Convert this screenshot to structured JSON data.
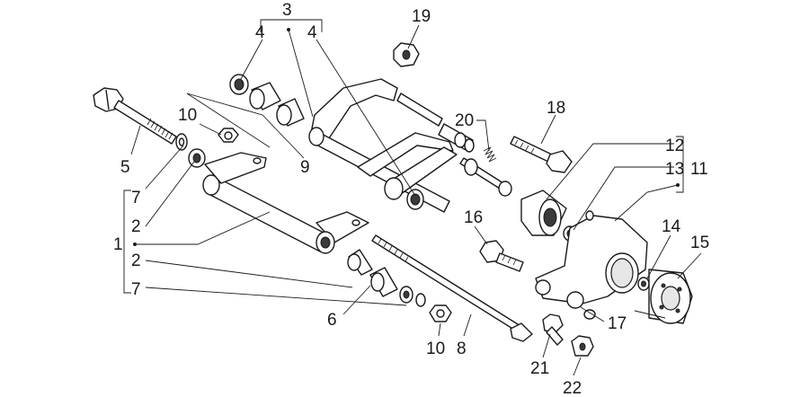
{
  "callouts": [
    {
      "id": "1",
      "text": "1"
    },
    {
      "id": "2a",
      "text": "2"
    },
    {
      "id": "2b",
      "text": "2"
    },
    {
      "id": "3",
      "text": "3"
    },
    {
      "id": "4a",
      "text": "4"
    },
    {
      "id": "4b",
      "text": "4"
    },
    {
      "id": "5",
      "text": "5"
    },
    {
      "id": "6",
      "text": "6"
    },
    {
      "id": "7a",
      "text": "7"
    },
    {
      "id": "7b",
      "text": "7"
    },
    {
      "id": "8",
      "text": "8"
    },
    {
      "id": "9",
      "text": "9"
    },
    {
      "id": "10a",
      "text": "10"
    },
    {
      "id": "10b",
      "text": "10"
    },
    {
      "id": "11",
      "text": "11"
    },
    {
      "id": "12",
      "text": "12"
    },
    {
      "id": "13",
      "text": "13"
    },
    {
      "id": "14",
      "text": "14"
    },
    {
      "id": "15",
      "text": "15"
    },
    {
      "id": "16",
      "text": "16"
    },
    {
      "id": "17",
      "text": "17"
    },
    {
      "id": "18",
      "text": "18"
    },
    {
      "id": "19",
      "text": "19"
    },
    {
      "id": "20",
      "text": "20"
    },
    {
      "id": "21",
      "text": "21"
    },
    {
      "id": "22",
      "text": "22"
    }
  ],
  "colors": {
    "line": "#1a1a1a",
    "background": "#ffffff",
    "fill": "#ffffff"
  }
}
